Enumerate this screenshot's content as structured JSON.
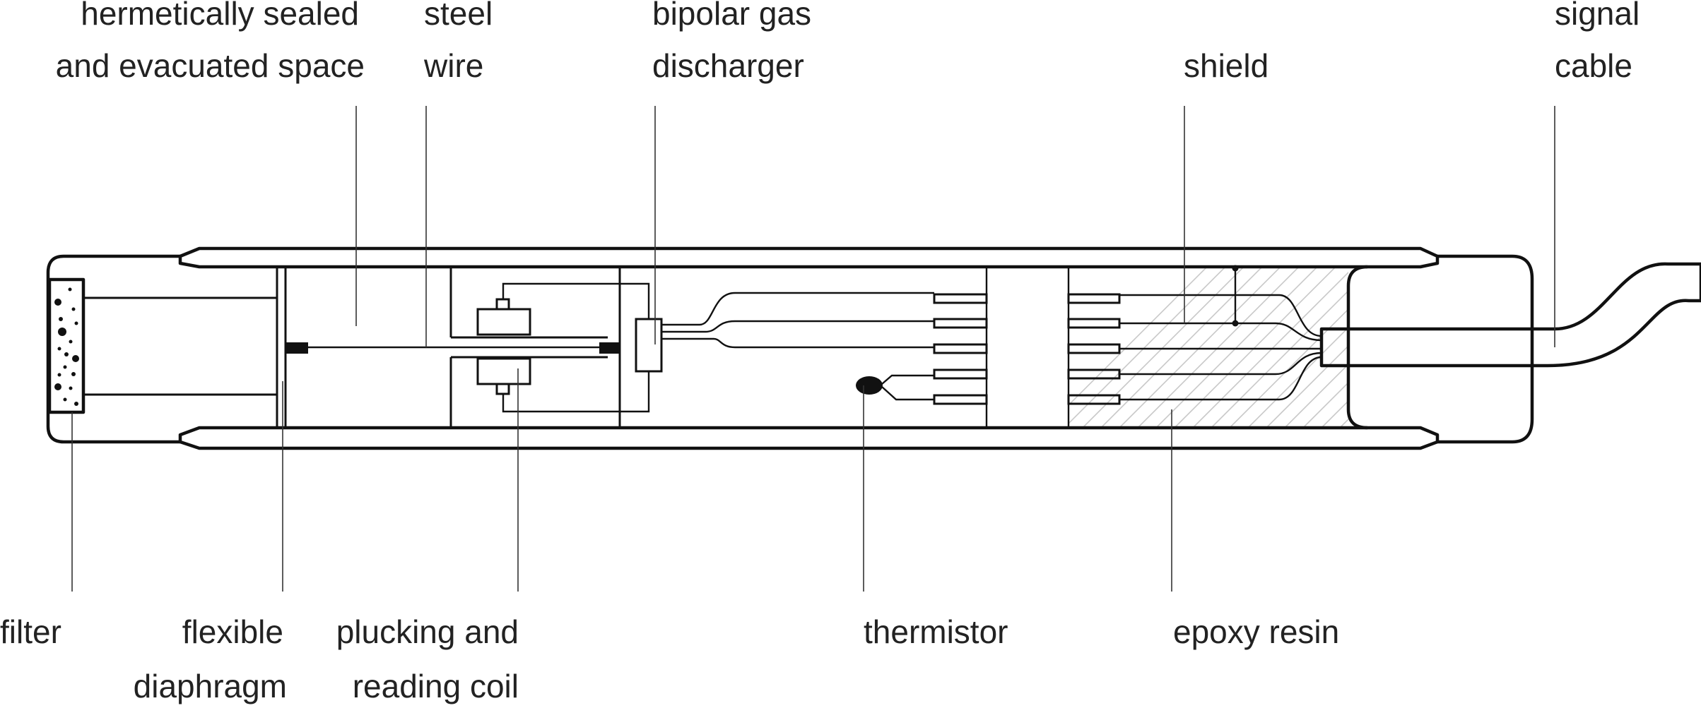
{
  "diagram": {
    "labels": {
      "hermetic_line1": "hermetically sealed",
      "hermetic_line2": "and evacuated space",
      "steel_line1": "steel",
      "steel_line2": "wire",
      "gas_line1": "bipolar gas",
      "gas_line2": "discharger",
      "shield": "shield",
      "signal_line1": "signal",
      "signal_line2": "cable",
      "filter": "filter",
      "diaphragm_line1": "flexible",
      "diaphragm_line2": "diaphragm",
      "coil_line1": "plucking and",
      "coil_line2": "reading coil",
      "thermistor": "thermistor",
      "epoxy": "epoxy resin"
    },
    "colors": {
      "line": "#111111",
      "text": "#222222",
      "hatch": "#c8c8c8",
      "background": "#ffffff"
    }
  }
}
